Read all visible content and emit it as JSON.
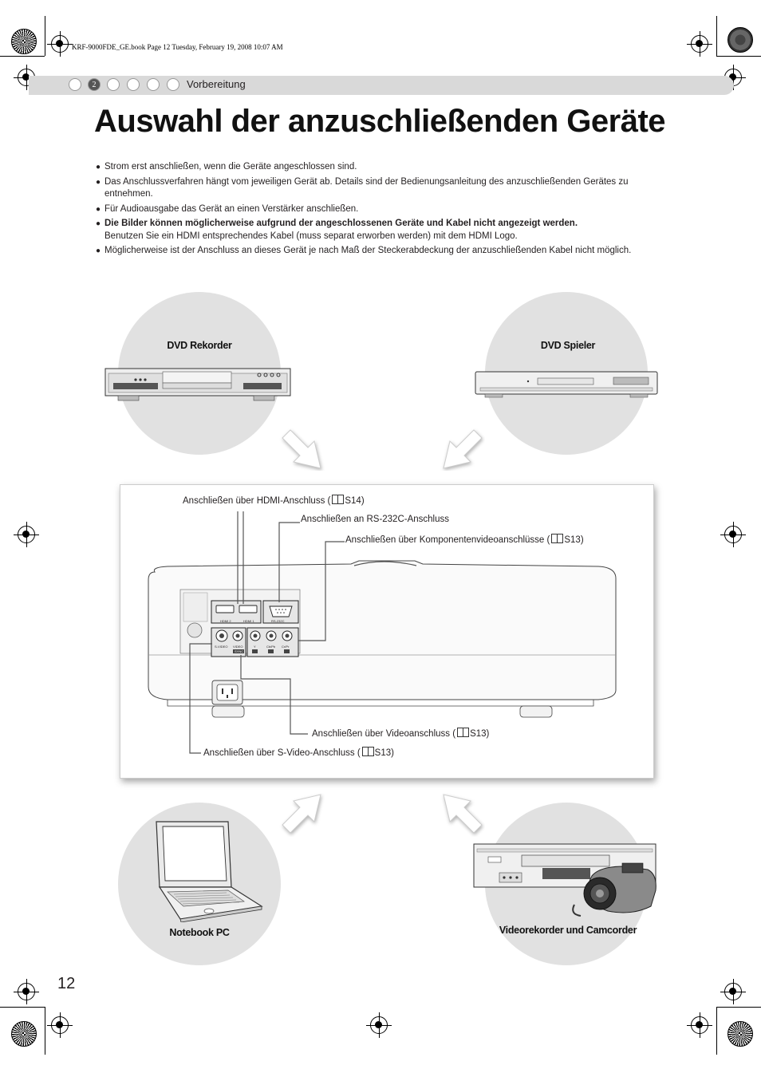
{
  "file_info": "KRF-9000FDE_GE.book  Page 12  Tuesday, February 19, 2008  10:07 AM",
  "chapter": {
    "number": "2",
    "label": "Vorbereitung"
  },
  "title": "Auswahl der anzuschließenden Geräte",
  "bullets": [
    {
      "main": "Strom erst anschließen, wenn die Geräte angeschlossen sind.",
      "extra": ""
    },
    {
      "main": "Das Anschlussverfahren hängt vom jeweiligen Gerät ab. Details sind der Bedienungsanleitung des anzuschließenden Gerätes zu entnehmen.",
      "extra": ""
    },
    {
      "main": "Für Audioausgabe das Gerät an einen Verstärker anschließen.",
      "extra": ""
    },
    {
      "main": "Die Bilder können möglicherweise aufgrund der angeschlossenen Geräte und Kabel nicht angezeigt werden.",
      "extra": "Benutzen Sie ein HDMI entsprechendes Kabel (muss separat erworben werden) mit dem HDMI Logo."
    },
    {
      "main": "Möglicherweise ist der Anschluss an dieses Gerät je nach Maß der Steckerabdeckung der anzuschließenden Kabel nicht möglich.",
      "extra": ""
    }
  ],
  "devices": {
    "dvd_recorder": "DVD Rekorder",
    "dvd_player": "DVD Spieler",
    "notebook": "Notebook PC",
    "vcr_camcorder": "Videorekorder und Camcorder"
  },
  "callouts": {
    "hdmi": {
      "text": "Anschließen über HDMI-Anschluss (",
      "ref": "S14",
      "close": ")"
    },
    "rs232": {
      "text": "Anschließen an RS-232C-Anschluss"
    },
    "component": {
      "text": "Anschließen über Komponentenvideoanschlüsse (",
      "ref": "S13",
      "close": ")"
    },
    "video": {
      "text": "Anschließen über Videoanschluss (",
      "ref": "S13",
      "close": ")"
    },
    "svideo": {
      "text": "Anschließen über S-Video-Anschluss (",
      "ref": "S13",
      "close": ")"
    }
  },
  "port_labels": {
    "hdmi2": "HDMI 2",
    "hdmi1": "HDMI 1",
    "rs232c": "RS-232C",
    "svideo": "S-VIDEO",
    "video": "VIDEO",
    "y": "Y",
    "cbpb": "Cb/Pb",
    "crpr": "Cr/Pr",
    "sync": "SYNC"
  },
  "page_number": "12"
}
